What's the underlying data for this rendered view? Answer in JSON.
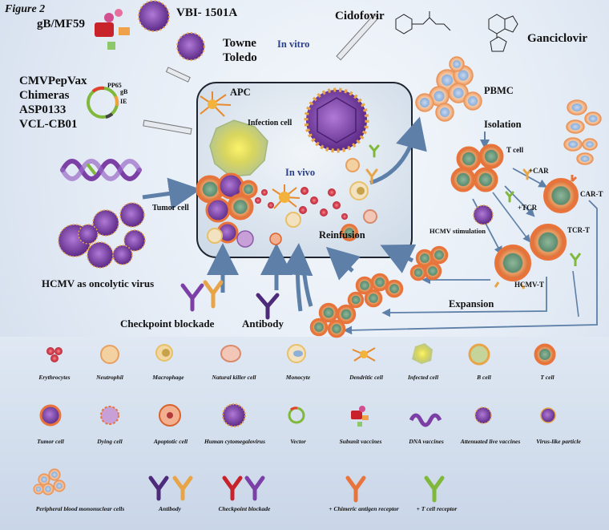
{
  "figure_label": "Figure 2",
  "vaccines": {
    "gb_mf59": "gB/MF59",
    "vbi": "VBI- 1501A",
    "towne_toledo_1": "Towne",
    "towne_toledo_2": "Toledo",
    "cmvpepvax": "CMVPepVax",
    "chimeras": "Chimeras",
    "asp0133": "ASP0133",
    "vcl_cb01": "VCL-CB01",
    "vector_labels": [
      "PP65",
      "gB",
      "IE"
    ]
  },
  "drugs": {
    "cidofovir": "Cidofovir",
    "ganciclovir": "Ganciclovir"
  },
  "center": {
    "in_vitro": "In vitro",
    "apc": "APC",
    "infection_cell": "Infection cell",
    "in_vivo": "In vivo",
    "tumor_cell": "Tumor cell",
    "reinfusion": "Reinfusion"
  },
  "right": {
    "pbmc": "PBMC",
    "isolation": "Isolation",
    "t_cell": "T cell",
    "car": "+CAR",
    "car_t": "CAR-T",
    "tcr": "+TCR",
    "tcr_t": "TCR-T",
    "hcmv_stimulation": "HCMV stimulation",
    "hcmv_t": "HCMV-T",
    "expansion": "Expansion"
  },
  "left": {
    "oncolytic": "HCMV as oncolytic virus"
  },
  "bottom": {
    "checkpoint": "Checkpoint blockade",
    "antibody": "Antibody"
  },
  "legend": {
    "row1": [
      "Erythrocytes",
      "Neutrophil",
      "Macrophage",
      "Natural killer cell",
      "Monocyte",
      "Dendritic cell",
      "Infected cell",
      "B cell",
      "T cell"
    ],
    "row2": [
      "Tumor cell",
      "Dying cell",
      "Apoptotic cell",
      "Human cytomegalovirus",
      "Vector",
      "Subunit vaccines",
      "DNA vaccines",
      "Attenuated  live vaccines",
      "Virus-like particle"
    ],
    "row3": [
      "Peripheral blood mononuclear cells",
      "Antibody",
      "Checkpoint blockade",
      "+ Chimeric antigen receptor",
      "+ T cell receptor"
    ]
  },
  "colors": {
    "arrow": "#5d7fa8",
    "virus": "#7b3fa6",
    "tcell_outer": "#e8743b",
    "tcell_inner": "#6d9a7e",
    "box": "#e1e9f2"
  }
}
